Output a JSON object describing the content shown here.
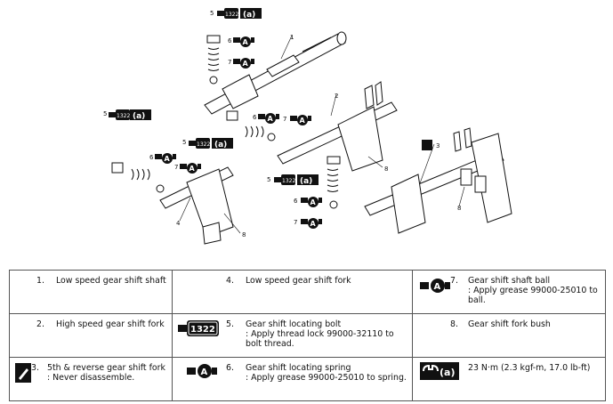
{
  "diagram": {
    "callouts": [
      "1",
      "2",
      "3",
      "4",
      "5",
      "6",
      "7",
      "8"
    ],
    "torque_badge": "(a)",
    "threadlock_code": "1322",
    "grease_badge": "A"
  },
  "legend": {
    "item1": {
      "num": "1.",
      "title": "Low speed gear shift shaft"
    },
    "item2": {
      "num": "2.",
      "title": "High speed gear shift fork"
    },
    "item3": {
      "num": "3.",
      "title": "5th & reverse gear shift fork",
      "note": ": Never disassemble."
    },
    "item4": {
      "num": "4.",
      "title": "Low speed gear shift fork"
    },
    "item5": {
      "num": "5.",
      "code": "1322",
      "title": "Gear shift locating bolt",
      "note": ": Apply thread lock 99000-32110 to bolt thread."
    },
    "item6": {
      "num": "6.",
      "title": "Gear shift locating spring",
      "note": ": Apply grease 99000-25010 to spring."
    },
    "item7": {
      "num": "7.",
      "title": "Gear shift shaft ball",
      "note": ": Apply grease 99000-25010 to ball."
    },
    "item8": {
      "num": "8.",
      "title": "Gear shift fork bush"
    },
    "torque": {
      "badge": "(a)",
      "text": "23 N·m (2.3 kgf-m, 17.0 lb-ft)"
    }
  }
}
